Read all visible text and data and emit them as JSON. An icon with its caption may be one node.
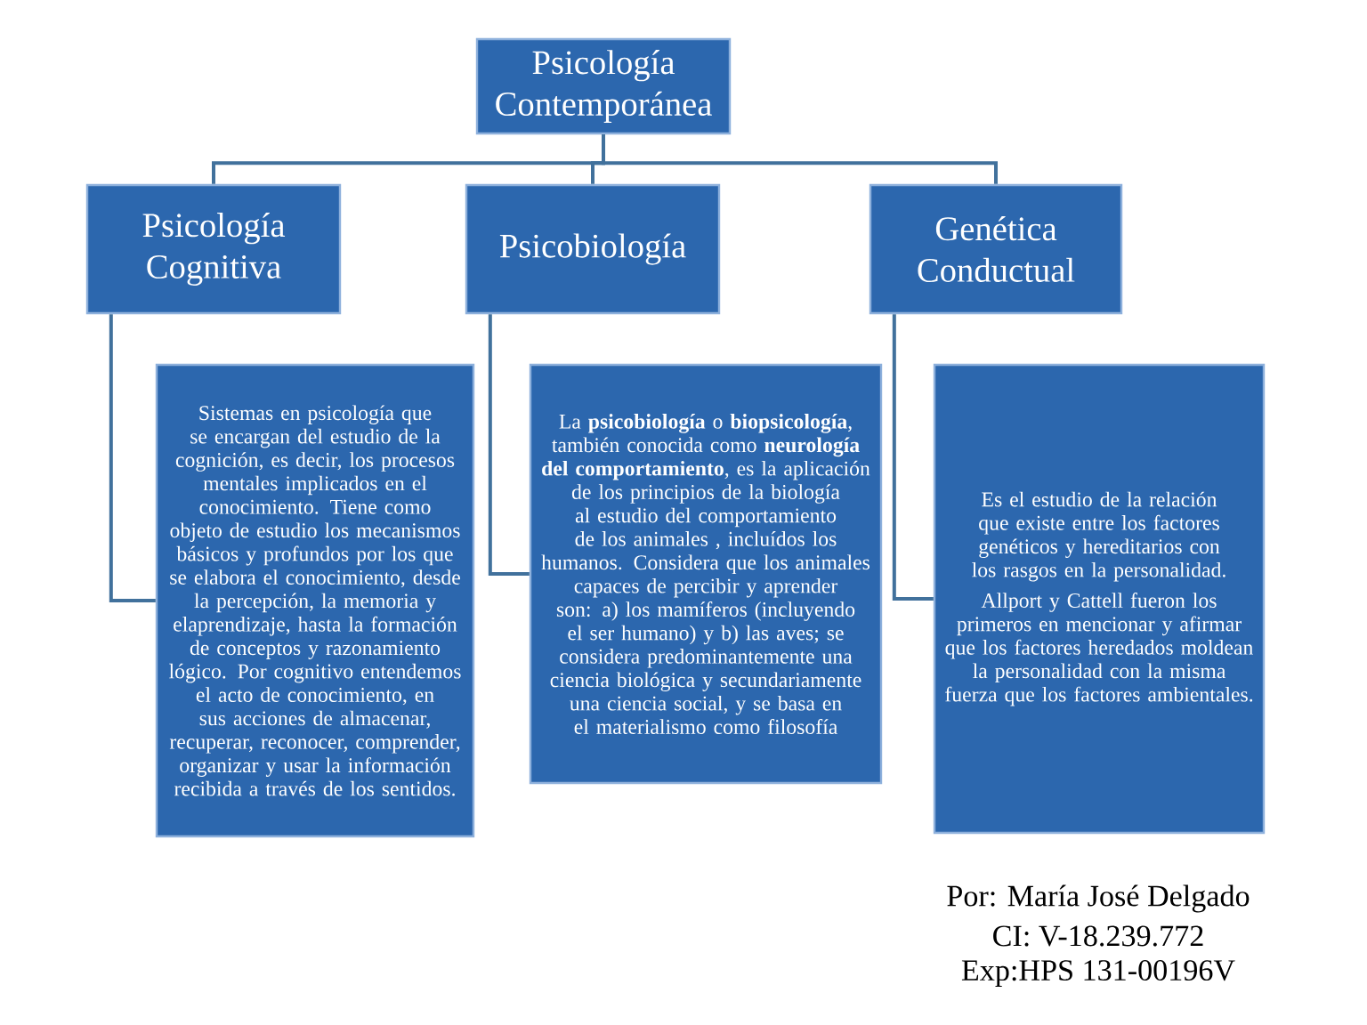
{
  "diagram": {
    "nodes": [
      {
        "text": [
          "Psicología Contemporánea"
        ]
      },
      {
        "text": [
          "Psicología Cognitiva"
        ]
      },
      {
        "text": [
          "Psicobiología"
        ]
      },
      {
        "text": [
          "Genética Conductual"
        ]
      },
      {
        "text": [
          "Sistemas en psicología que se encargan del estudio de la cognición, es decir, los procesos mentales implicados en el conocimiento. Tiene como objeto de estudio los mecanismos básicos y profundos por los que se elabora el conocimiento, desde la percepción, la memoria y elaprendizaje, hasta la formación de conceptos y razonamiento lógico. Por cognitivo entendemos el acto de conocimiento, en sus acciones de almacenar, recuperar, reconocer, comprender, organizar y usar la información recibida a través de los sentidos."
        ]
      },
      {
        "text": [
          "La **psicobiología** o **biopsicología**, también conocida como **neurología del comportamiento**, es la aplicación de los principios de la biología al estudio del comportamiento de los animales , incluídos los humanos. Considera que los animales capaces de percibir y aprender son: a) los mamíferos (incluyendo el ser humano) y b) las aves; se considera predominantemente una ciencia biológica y secundariamente una ciencia social, y se basa en el materialismo como filosofía"
        ]
      },
      {
        "text": [
          "Es el estudio de la relación que existe entre los factores genéticos y hereditarios con los rasgos en la personalidad.",
          "Allport y Cattell fueron los primeros en mencionar y afirmar que los factores heredados moldean la personalidad con la misma fuerza que los factores ambientales."
        ]
      }
    ],
    "edges": [
      {
        "from": 0,
        "to": 1,
        "arrow": "none"
      },
      {
        "from": 0,
        "to": 2,
        "arrow": "none"
      },
      {
        "from": 0,
        "to": 3,
        "arrow": "none"
      },
      {
        "from": 1,
        "to": 4,
        "arrow": "none"
      },
      {
        "from": 2,
        "to": 5,
        "arrow": "none"
      },
      {
        "from": 3,
        "to": 6,
        "arrow": "none"
      }
    ],
    "labels": [
      "Por: María José Delgado",
      "CI: V-18.239.772",
      "Exp:HPS 131-00196V"
    ]
  }
}
